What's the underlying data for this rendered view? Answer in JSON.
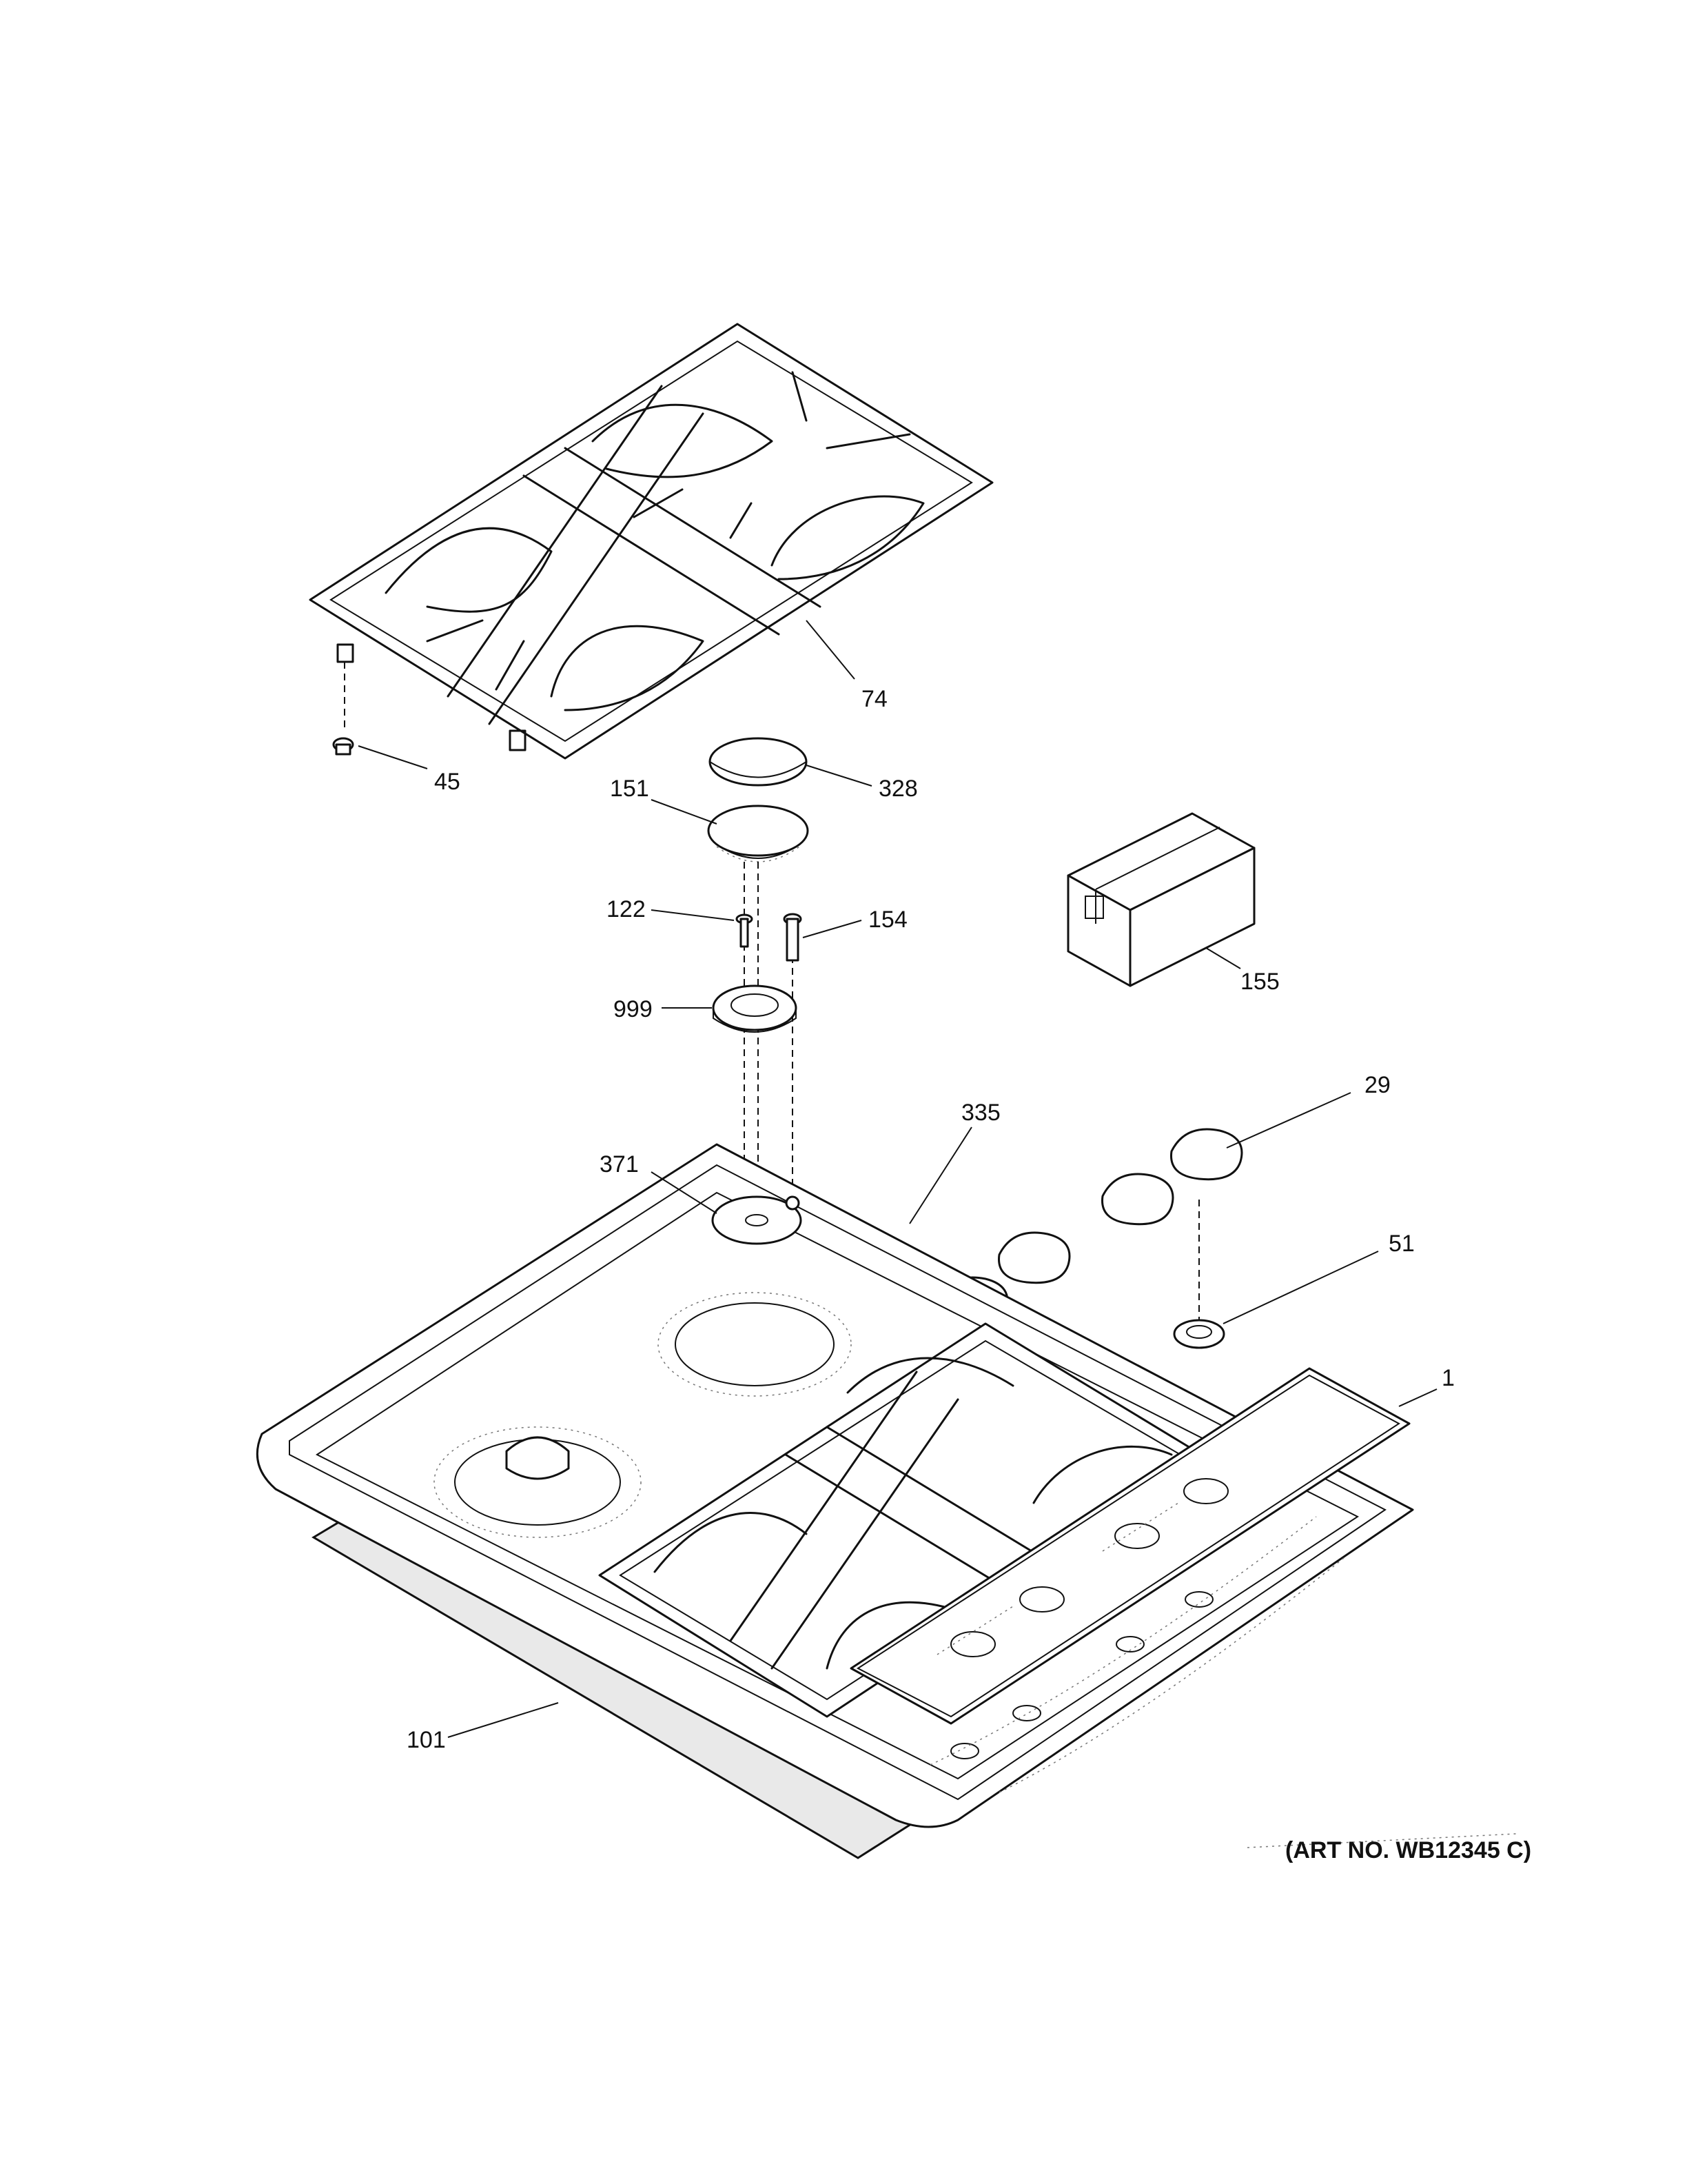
{
  "diagram": {
    "art_number": "(ART NO. WB12345 C)",
    "callouts": [
      {
        "id": "74",
        "label": "74"
      },
      {
        "id": "45",
        "label": "45"
      },
      {
        "id": "328",
        "label": "328"
      },
      {
        "id": "151",
        "label": "151"
      },
      {
        "id": "122",
        "label": "122"
      },
      {
        "id": "154",
        "label": "154"
      },
      {
        "id": "999",
        "label": "999"
      },
      {
        "id": "155",
        "label": "155"
      },
      {
        "id": "29",
        "label": "29"
      },
      {
        "id": "51",
        "label": "51"
      },
      {
        "id": "335",
        "label": "335"
      },
      {
        "id": "371",
        "label": "371"
      },
      {
        "id": "1",
        "label": "1"
      },
      {
        "id": "101",
        "label": "101"
      }
    ]
  }
}
